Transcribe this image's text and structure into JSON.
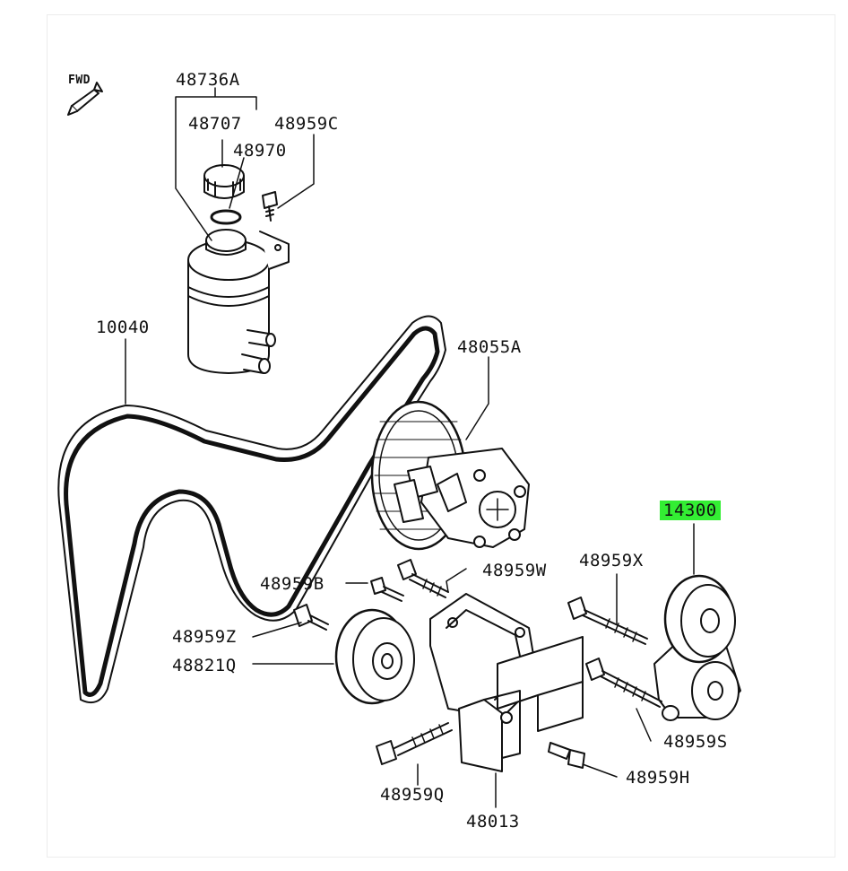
{
  "orientation": {
    "fwd": "FWD"
  },
  "highlight_color": "#33ee33",
  "parts": [
    {
      "id": "p48736A",
      "number": "48736A",
      "name": "reservoir-assembly",
      "highlighted": false
    },
    {
      "id": "p48707",
      "number": "48707",
      "name": "reservoir-cap",
      "highlighted": false
    },
    {
      "id": "p48970",
      "number": "48970",
      "name": "o-ring",
      "highlighted": false
    },
    {
      "id": "p48959C",
      "number": "48959C",
      "name": "reservoir-bolt",
      "highlighted": false
    },
    {
      "id": "p10040",
      "number": "10040",
      "name": "drive-belt",
      "highlighted": false
    },
    {
      "id": "p48055A",
      "number": "48055A",
      "name": "power-steering-pump",
      "highlighted": false
    },
    {
      "id": "p14300",
      "number": "14300",
      "name": "belt-tensioner",
      "highlighted": true
    },
    {
      "id": "p48959X",
      "number": "48959X",
      "name": "tensioner-bolt-upper",
      "highlighted": false
    },
    {
      "id": "p48959W",
      "number": "48959W",
      "name": "bracket-bolt-upper",
      "highlighted": false
    },
    {
      "id": "p48959B",
      "number": "48959B",
      "name": "bracket-stud",
      "highlighted": false
    },
    {
      "id": "p48959Z",
      "number": "48959Z",
      "name": "idler-bolt",
      "highlighted": false
    },
    {
      "id": "p48821Q",
      "number": "48821Q",
      "name": "idler-pulley",
      "highlighted": false
    },
    {
      "id": "p48959S",
      "number": "48959S",
      "name": "tensioner-bolt-lower",
      "highlighted": false
    },
    {
      "id": "p48959H",
      "number": "48959H",
      "name": "bracket-bolt-short",
      "highlighted": false
    },
    {
      "id": "p48959Q",
      "number": "48959Q",
      "name": "bracket-bolt-long",
      "highlighted": false
    },
    {
      "id": "p48013",
      "number": "48013",
      "name": "pump-bracket",
      "highlighted": false
    }
  ]
}
